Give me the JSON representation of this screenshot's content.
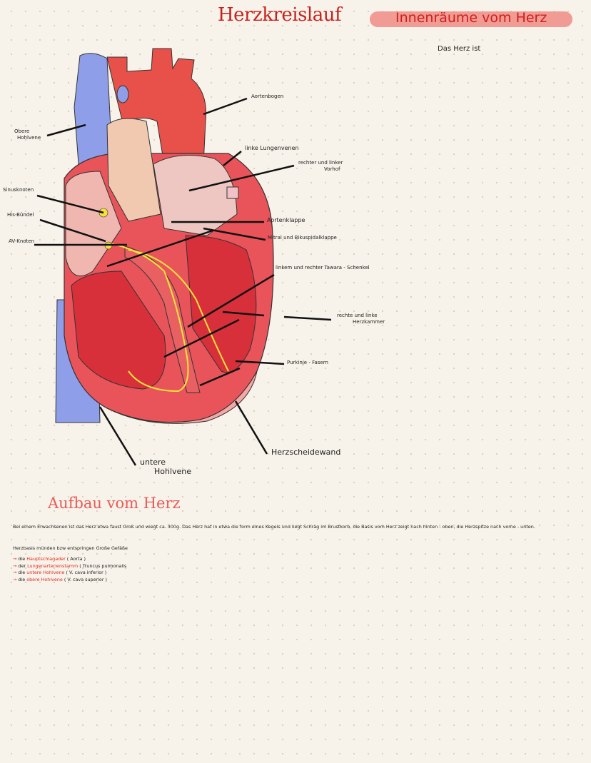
{
  "title": "Herzkreislauf",
  "right_heading": "Innenräume vom Herz",
  "right_subtext": "Das Herz ist",
  "diagram_labels": {
    "obere_hohlvene": [
      "Obere",
      "Hohlvene"
    ],
    "sinusknoten": "Sinusknoten",
    "his_buendel": "His-Bündel",
    "av_knoten": "AV-Knoten",
    "aortenbogen": "Aortenbogen",
    "lungenvenen": "linke Lungenvenen",
    "vorhof": [
      "rechter und linker",
      "Vorhof"
    ],
    "aortenklappe": "Aortenklappe",
    "mitral": "Mitral und Bikuspidalklappe",
    "tawara": "linkem und rechter Tawara - Schenkel",
    "herzkammer": [
      "rechte und linke",
      "Herzkammer"
    ],
    "purkinje": "Purkinje - Fasern",
    "scheidewand": "Herzscheidewand",
    "untere_hohlvene": [
      "untere",
      "Hohlvene"
    ]
  },
  "section_title": "Aufbau vom Herz",
  "paragraph": "Bei einem Erwachsenen ist das Herz etwa faust Groß und wiegt ca. 300g. Das Herz hat in etwa die form eines Kegels und liegt Schräg im Brustkorb, die Basis vom Herz zeigt nach hinten - oben, die Herzspitze nach vorne - unten.",
  "basis_intro": "Herzbasis münden bzw entspringen Große Gefäße",
  "arrow_symbol": "→",
  "vessels": [
    {
      "prefix": "die",
      "name": "Hauptschlagader",
      "latin": "( Aorta )"
    },
    {
      "prefix": "der",
      "name": "Lungenarterienstamm",
      "latin": "( Truncus pulmonalis"
    },
    {
      "prefix": "die",
      "name": "untere Hohlvene",
      "latin": "( V. cava inferior )"
    },
    {
      "prefix": "die",
      "name": "obere Hohlvene",
      "latin": "( V. cava superior )"
    }
  ],
  "colors": {
    "accent_red": "#c8221d",
    "pill": "#f19b95",
    "vein_blue": "#8f9ee8",
    "artery_red": "#e8504a",
    "conduction_yellow": "#f5e33a"
  }
}
